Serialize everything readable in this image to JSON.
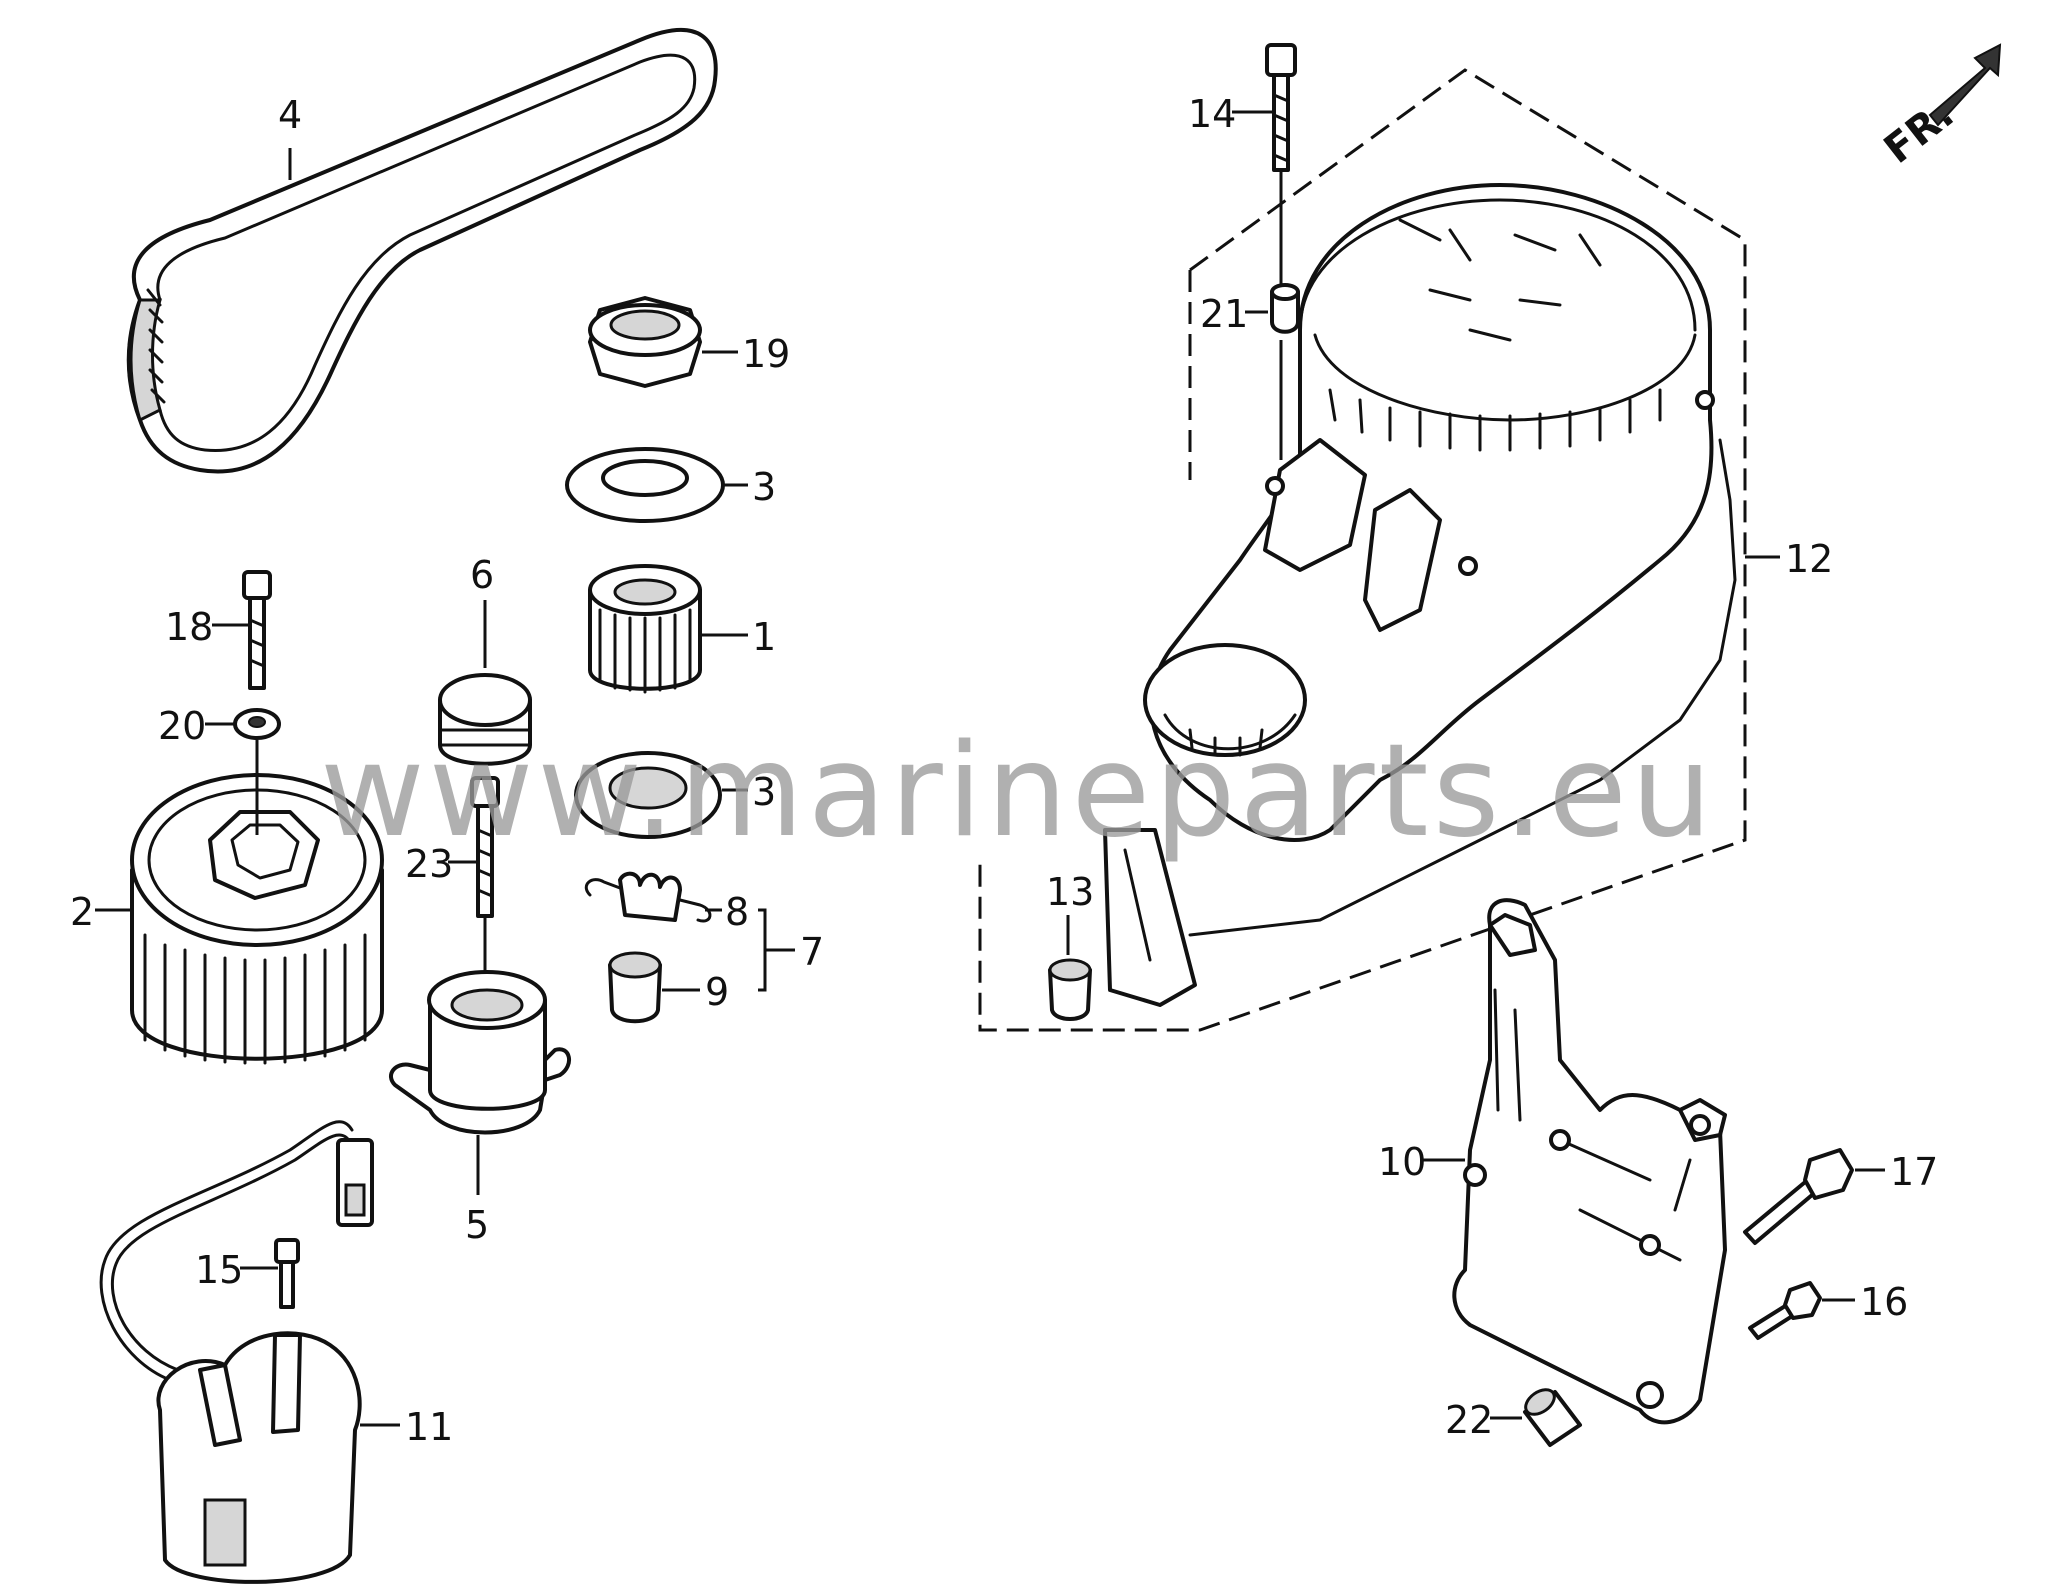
{
  "watermark": "www.marineparts.eu",
  "direction_marker": {
    "label": "FR."
  },
  "callouts": {
    "c1": "1",
    "c2": "2",
    "c3a": "3",
    "c3b": "3",
    "c4": "4",
    "c5": "5",
    "c6": "6",
    "c7": "7",
    "c8": "8",
    "c9": "9",
    "c10": "10",
    "c11": "11",
    "c12": "12",
    "c13": "13",
    "c14": "14",
    "c15": "15",
    "c16": "16",
    "c17": "17",
    "c18": "18",
    "c19": "19",
    "c20": "20",
    "c21": "21",
    "c22": "22",
    "c23": "23"
  },
  "icons": {
    "belt": "toothed-belt-icon",
    "pulley": "pulley-icon",
    "cover": "starter-cover-icon",
    "bracket": "bracket-icon"
  }
}
